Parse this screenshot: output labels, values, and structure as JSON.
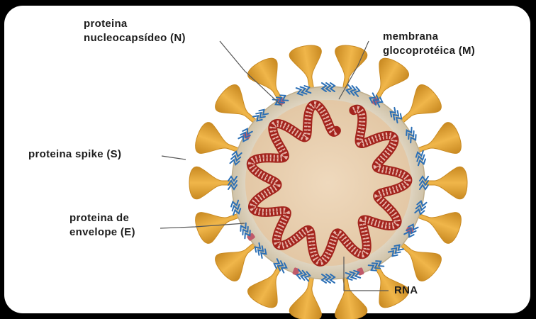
{
  "labels": {
    "nucleocapsid": [
      "proteina",
      "nucleocapsídeo (N)"
    ],
    "membrane": [
      "membrana",
      "glocoprotéica (M)"
    ],
    "spike": "proteina spike (S)",
    "envelope": [
      "proteina de",
      "envelope (E)"
    ],
    "rna": "RNA"
  },
  "colors": {
    "background": "#000000",
    "panel": "#ffffff",
    "spike": "#e3a437",
    "spike_edge": "#c98a22",
    "envelope": "#d9cdb6",
    "interior": "#ead2b4",
    "membrane_protein": "#2b6fb5",
    "rna": "#a3241d",
    "leader_line": "#555555"
  },
  "icons": {
    "spike": "spike-protein-glyph",
    "membrane_protein": "membrane-protein-glyph",
    "rna": "rna-coil-glyph"
  }
}
